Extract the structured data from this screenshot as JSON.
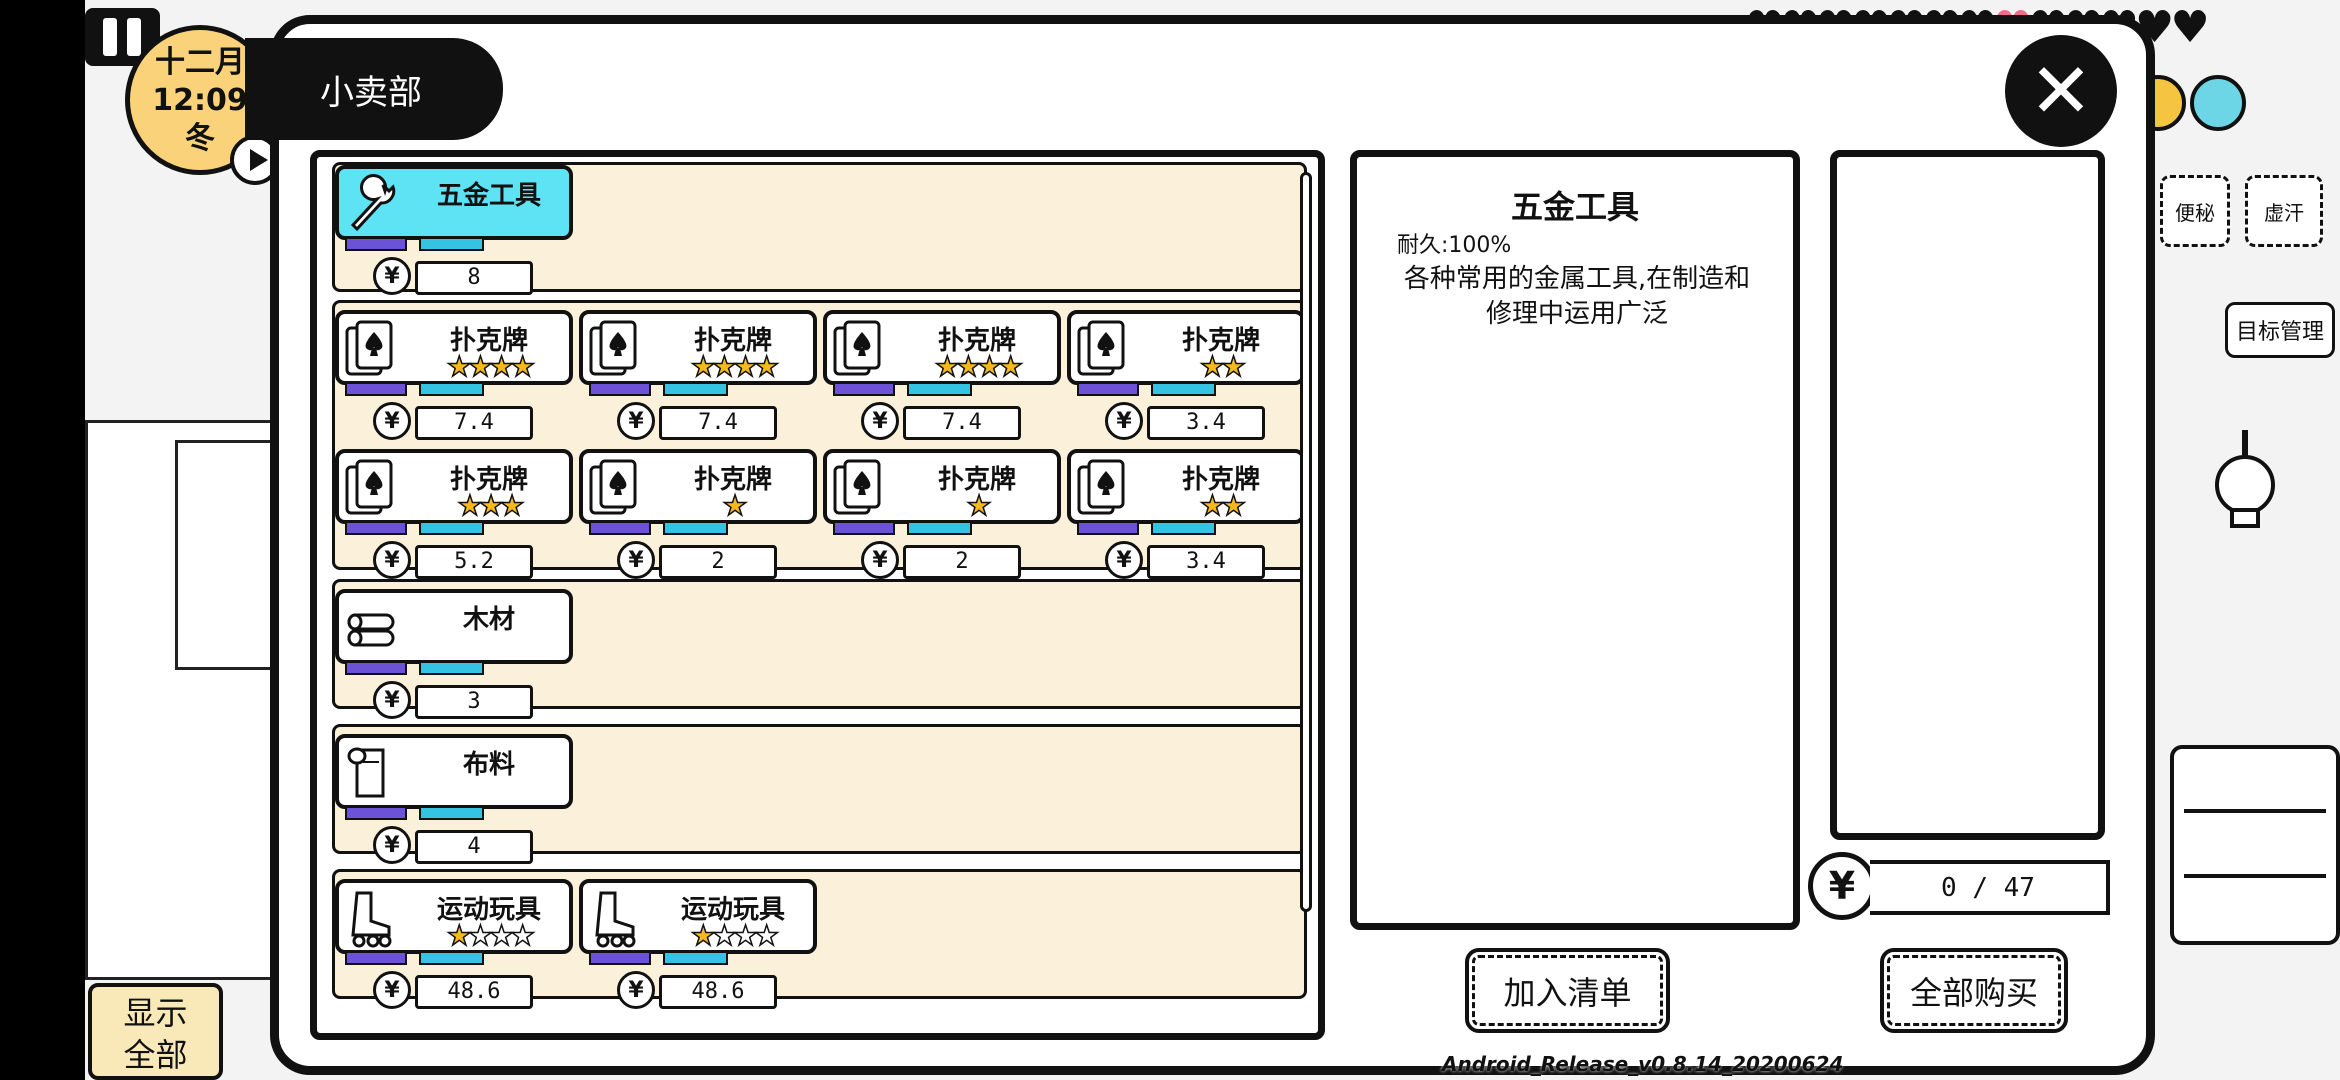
{
  "hud": {
    "clock_month": "十二月",
    "clock_time": "12:09",
    "clock_season": "冬",
    "tag_constipation": "便秘",
    "tag_sweat": "虚汗",
    "target_button": "目标管理",
    "show_all_line1": "显示",
    "show_all_line2": "全部",
    "version": "Android_Release_v0.8.14_20200624"
  },
  "dialog": {
    "title": "小卖部",
    "close_symbol": "✕"
  },
  "items": [
    {
      "name": "五金工具",
      "stars": 0,
      "price": "8",
      "icon": "wrench-icon",
      "selected": true
    },
    {
      "name": "扑克牌",
      "stars": 4,
      "price": "7.4",
      "icon": "playing-card-icon"
    },
    {
      "name": "扑克牌",
      "stars": 4,
      "price": "7.4",
      "icon": "playing-card-icon"
    },
    {
      "name": "扑克牌",
      "stars": 4,
      "price": "7.4",
      "icon": "playing-card-icon"
    },
    {
      "name": "扑克牌",
      "stars": 2,
      "price": "3.4",
      "icon": "playing-card-icon"
    },
    {
      "name": "扑克牌",
      "stars": 3,
      "price": "5.2",
      "icon": "playing-card-icon"
    },
    {
      "name": "扑克牌",
      "stars": 1,
      "price": "2",
      "icon": "playing-card-icon"
    },
    {
      "name": "扑克牌",
      "stars": 1,
      "price": "2",
      "icon": "playing-card-icon"
    },
    {
      "name": "扑克牌",
      "stars": 2,
      "price": "3.4",
      "icon": "playing-card-icon"
    },
    {
      "name": "木材",
      "stars": 0,
      "price": "3",
      "icon": "wood-log-icon"
    },
    {
      "name": "布料",
      "stars": 0,
      "price": "4",
      "icon": "cloth-roll-icon"
    },
    {
      "name": "运动玩具",
      "stars": 1,
      "max_stars": 4,
      "price": "48.6",
      "icon": "roller-skate-icon"
    },
    {
      "name": "运动玩具",
      "stars": 1,
      "max_stars": 4,
      "price": "48.6",
      "icon": "roller-skate-icon"
    }
  ],
  "detail": {
    "title": "五金工具",
    "durability": "耐久:100%",
    "description": "各种常用的金属工具,在制造和修理中运用广泛"
  },
  "cart": {
    "money_symbol": "¥",
    "money_value": "0 / 47",
    "add_button": "加入清单",
    "buy_all_button": "全部购买"
  },
  "colors": {
    "panel_bg": "#fbf0d9",
    "selected_card": "#5de3f3",
    "bar_purple": "#6b52d6",
    "bar_cyan": "#34c3e3",
    "star_gold": "#f5b91e",
    "clock_bg": "#f9d27a"
  }
}
